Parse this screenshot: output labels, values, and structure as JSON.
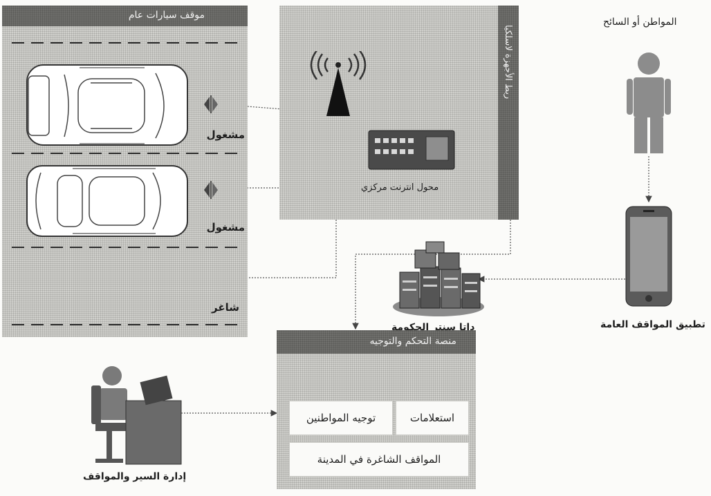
{
  "parking_lot": {
    "title": "موقف سيارات عام",
    "spots": [
      {
        "status": "مشغول"
      },
      {
        "status": "مشغول"
      },
      {
        "status": "شاغر"
      }
    ]
  },
  "network_box": {
    "vertical_label": "ربط الأجهزة لاسلكيا",
    "switch_label": "محول انترنت مركزي"
  },
  "data_center": {
    "label": "داتا سنتر الحكومة"
  },
  "citizen": {
    "label": "المواطن أو السائح",
    "app_label": "تطبيق المواقف العامة"
  },
  "control_platform": {
    "title": "منصة التحكم والتوجيه",
    "cells": [
      "استعلامات",
      "توجيه المواطنين",
      "المواقف الشاغرة في المدينة"
    ]
  },
  "management": {
    "label": "إدارة السير والمواقف"
  },
  "icons": [
    "car-icon",
    "parking-sensor-icon",
    "wireless-antenna-icon",
    "network-switch-icon",
    "server-cluster-icon",
    "person-icon",
    "smartphone-icon",
    "operator-desk-icon"
  ],
  "colors": {
    "panel_gray": "#cfcfcb",
    "title_bar": "#6f6f6c",
    "line": "#555555"
  }
}
